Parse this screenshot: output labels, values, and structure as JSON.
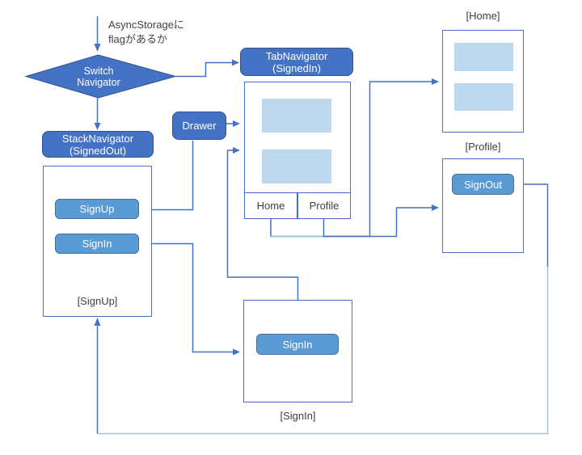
{
  "colors": {
    "dark_blue": "#4472C4",
    "dark_blue_border": "#2F528F",
    "mid_blue": "#5B9BD5",
    "mid_blue_border": "#41719C",
    "light_blue": "#BDD7EE",
    "line": "#4472C4",
    "line_light": "#9DC3E6",
    "text_gray": "#404040"
  },
  "annotation": "AsyncStorageに\nflagがあるか",
  "nodes": {
    "switch_navigator": "Switch\nNavigator",
    "tab_navigator": "TabNavigator\n(SignedIn)",
    "stack_navigator": "StackNavigator\n(SignedOut)",
    "drawer": "Drawer"
  },
  "tabs": {
    "home": "Home",
    "profile": "Profile"
  },
  "buttons": {
    "sign_up": "SignUp",
    "sign_in": "SignIn",
    "sign_in_screen": "SignIn",
    "sign_out": "SignOut"
  },
  "screen_labels": {
    "home": "[Home]",
    "profile": "[Profile]",
    "sign_up": "[SignUp]",
    "sign_in": "[SignIn]"
  }
}
